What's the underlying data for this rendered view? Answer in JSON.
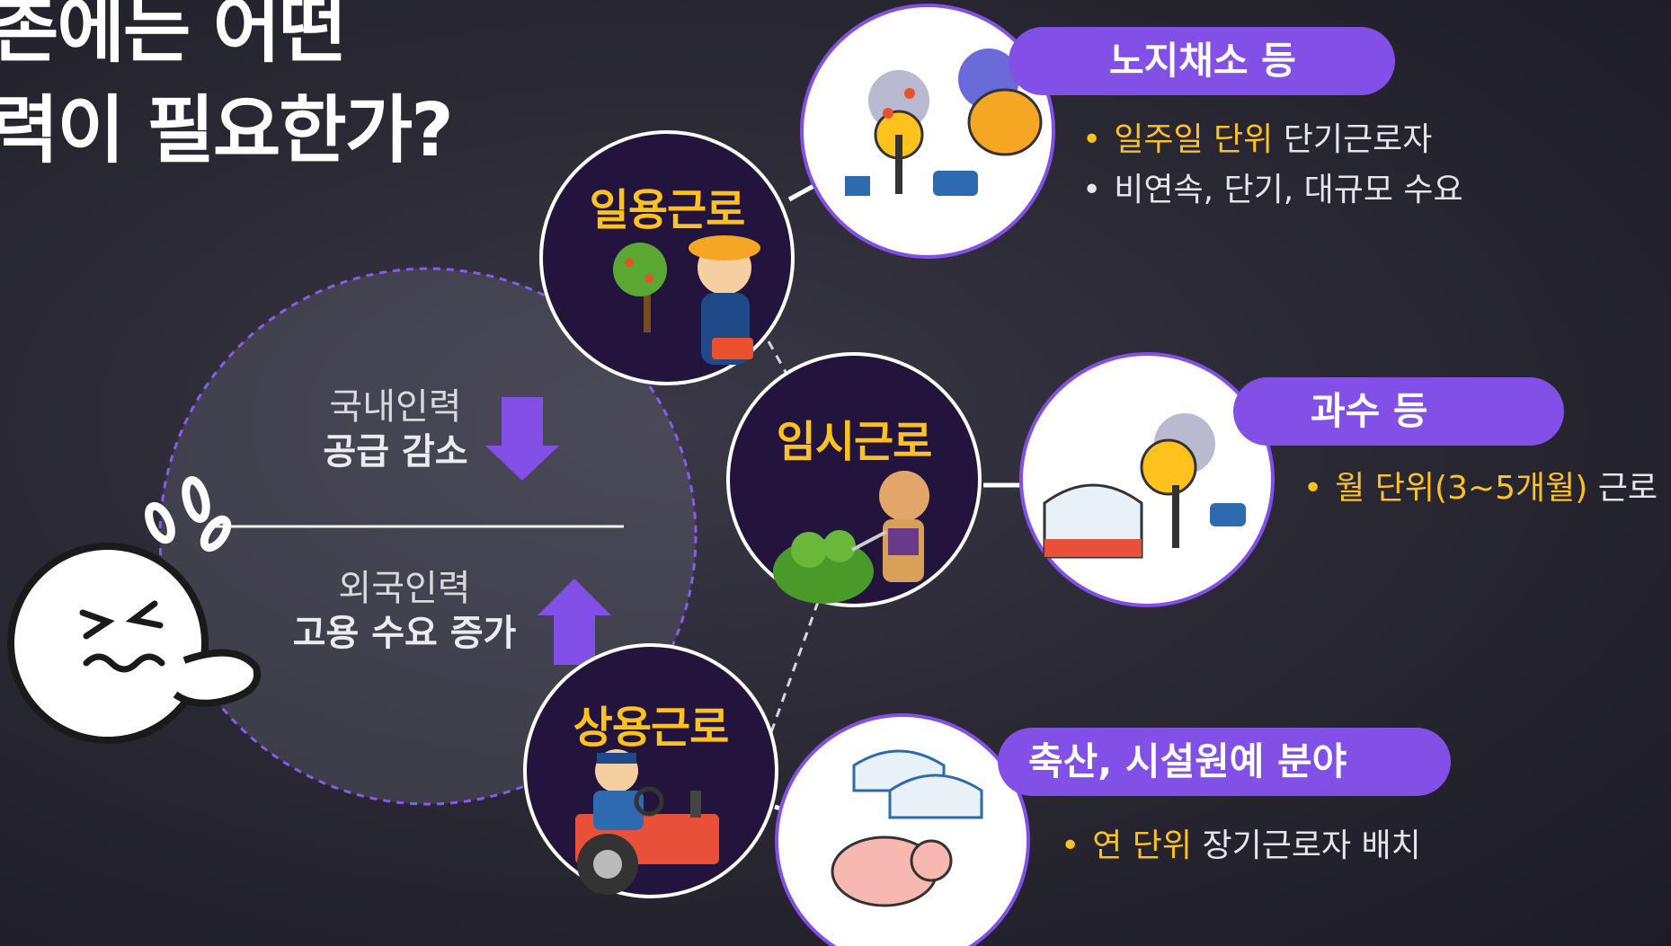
{
  "title": {
    "line1": "촌에는 어떤",
    "line2": "력이 필요한가?"
  },
  "supply": {
    "domestic_label": "국내인력",
    "domestic_trend": "공급 감소",
    "foreign_label": "외국인력",
    "foreign_trend": "고용 수요 증가"
  },
  "work_types": [
    {
      "label": "일용근로"
    },
    {
      "label": "임시근로"
    },
    {
      "label": "상용근로"
    }
  ],
  "sectors": [
    {
      "title": "노지채소 등",
      "bullets": [
        {
          "highlight": "일주일 단위",
          "text": " 단기근로자"
        },
        {
          "highlight": "",
          "text": "비연속, 단기, 대규모 수요"
        }
      ]
    },
    {
      "title": "과수 등",
      "bullets": [
        {
          "highlight": "월 단위(3~5개월)",
          "text": " 근로"
        }
      ]
    },
    {
      "title": "축산, 시설원예 분야",
      "bullets": [
        {
          "highlight": "연 단위",
          "text": " 장기근로자 배치"
        }
      ]
    }
  ],
  "colors": {
    "accent_purple": "#8250e6",
    "highlight_yellow": "#ffc21c",
    "circle_dark": "#22143d",
    "background": "#2a2934"
  },
  "icons": [
    "trend-down-arrow-icon",
    "trend-up-arrow-icon",
    "stressed-face-icon",
    "sweat-drops-icon"
  ]
}
